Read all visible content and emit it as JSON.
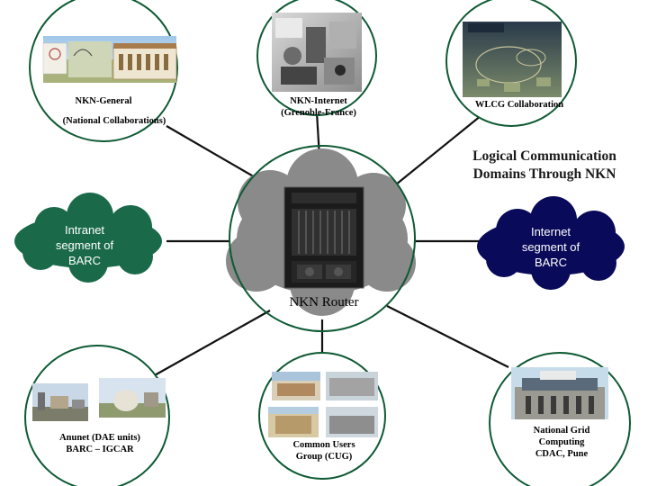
{
  "diagram": {
    "title_line1": "Logical Communication",
    "title_line2": "Domains Through NKN",
    "center": {
      "label": "NKN  Router"
    },
    "nodes": {
      "nkn_general": {
        "line1": "NKN-General",
        "line2": "(National Collaborations)"
      },
      "nkn_internet": {
        "line1": "NKN-Internet",
        "line2": "(Grenoble-France)"
      },
      "wlcg": {
        "label": "WLCG Collaboration"
      },
      "anunet": {
        "line1": "Anunet (DAE units)",
        "line2": "BARC – IGCAR"
      },
      "cug": {
        "line1": "Common Users",
        "line2": "Group (CUG)"
      },
      "grid": {
        "line1": "National Grid",
        "line2": "Computing",
        "line3": "CDAC, Pune"
      }
    },
    "clouds": {
      "intranet": {
        "line1": "Intranet",
        "line2": "segment of",
        "line3": "BARC",
        "color": "#1a6a4a"
      },
      "internet": {
        "line1": "Internet",
        "line2": "segment of",
        "line3": "BARC",
        "color": "#0a0a5a"
      }
    },
    "colors": {
      "circle_border": "#0e5a34",
      "connector": "#111111",
      "center_cloud": "#8a8a8a"
    }
  }
}
